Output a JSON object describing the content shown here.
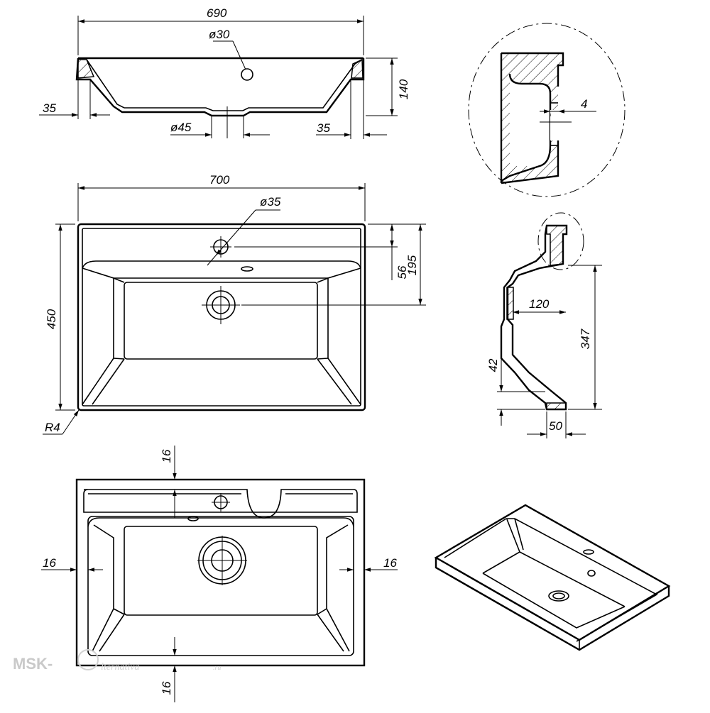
{
  "drawing": {
    "front_view": {
      "width": "690",
      "overflow_dia": "ø30",
      "depth": "140",
      "left_edge": "35",
      "drain_dia": "ø45",
      "right_edge": "35"
    },
    "detail_view": {
      "thickness": "4"
    },
    "top_view": {
      "width": "700",
      "tap_hole_dia": "ø35",
      "height": "450",
      "tap_offset": "56",
      "drain_offset": "195",
      "corner_radius": "R4"
    },
    "side_view": {
      "overflow_depth": "120",
      "total_height": "347",
      "bottom_height": "42",
      "foot_width": "50"
    },
    "cutout_view": {
      "top_rim": "16",
      "left_rim": "16",
      "right_rim": "16",
      "bottom_rim": "16"
    }
  },
  "watermark": {
    "brand_left": "MSK-",
    "brand_script": "lternativa",
    "brand_domain": ".ru"
  },
  "colors": {
    "line": "#000000",
    "watermark": "#c9c9c9",
    "background": "#ffffff"
  }
}
